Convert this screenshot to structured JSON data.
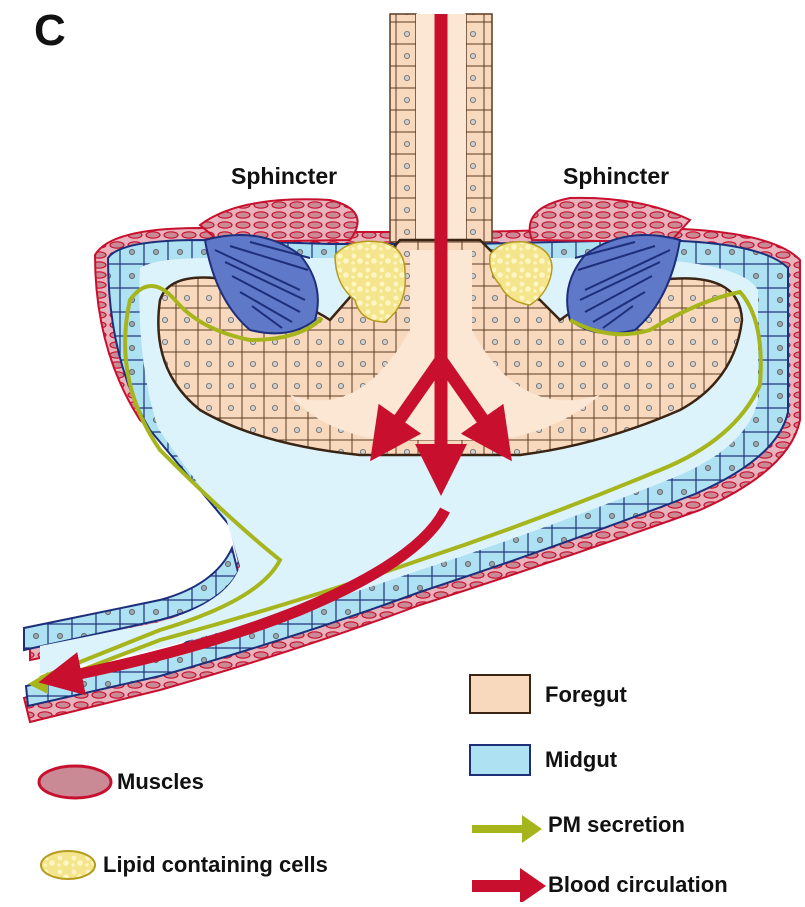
{
  "panel_letter": "C",
  "labels": {
    "left_sphincter": "Sphincter",
    "right_sphincter": "Sphincter"
  },
  "legend": {
    "foregut": "Foregut",
    "midgut": "Midgut",
    "muscles": "Muscles",
    "pm_secretion": "PM secretion",
    "lipid": "Lipid containing cells",
    "blood": "Blood circulation"
  },
  "colors": {
    "foregut_fill": "#f9d9bd",
    "foregut_line": "#5a3a22",
    "midgut_fill": "#aee1f2",
    "midgut_line": "#1d2f7a",
    "lumen_fill": "#ddf3fb",
    "muscle_fill": "#c98a95",
    "muscle_line": "#c8102e",
    "lipid_fill": "#f4e58c",
    "lipid_line": "#b59b1e",
    "pm_green": "#a6b51c",
    "blood_red": "#c8102e",
    "sphincter_blue": "#2f4fb0"
  }
}
